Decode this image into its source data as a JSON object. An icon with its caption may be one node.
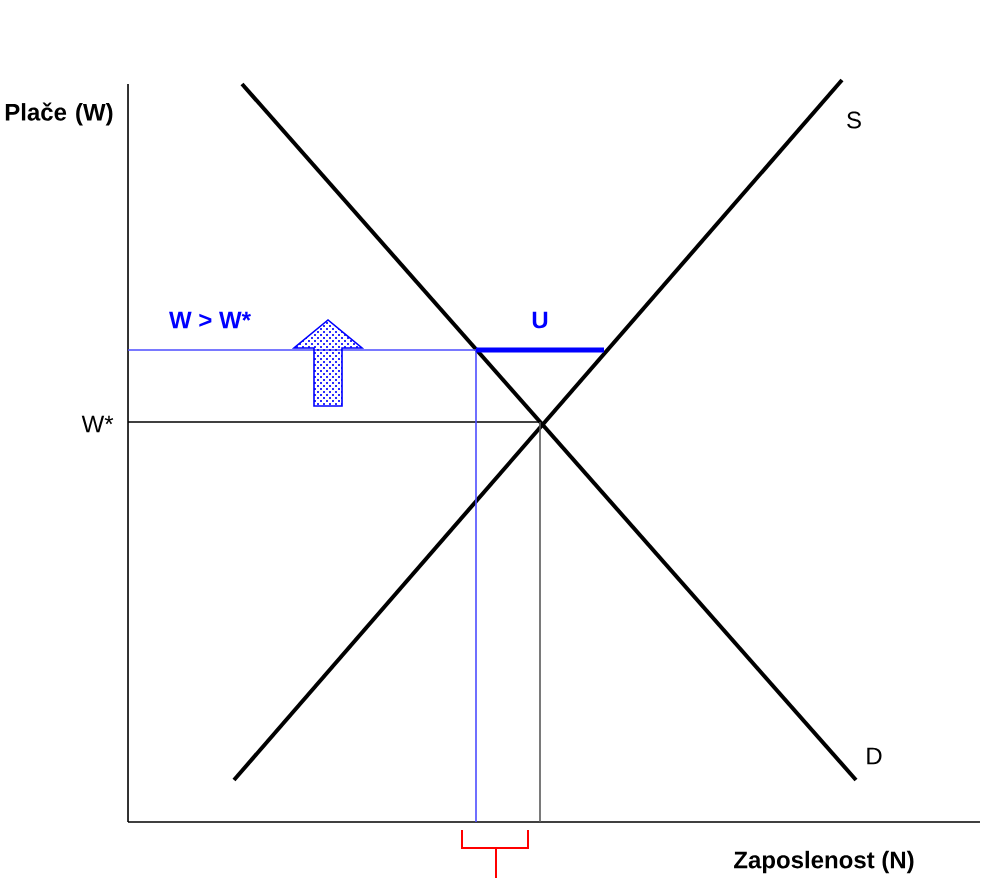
{
  "diagram": {
    "labels": [
      "Plače (W)",
      "S",
      "W > W*",
      "U",
      "W*",
      "D",
      "Zaposlenost (N)"
    ]
  }
}
